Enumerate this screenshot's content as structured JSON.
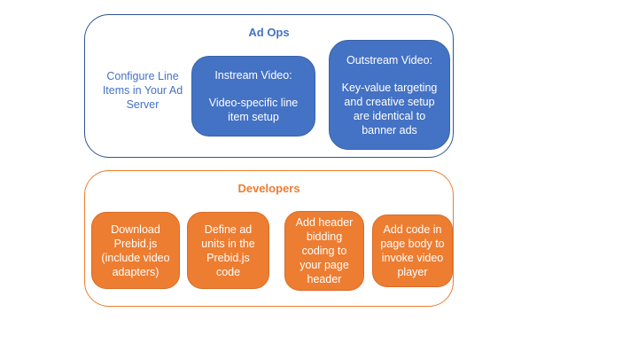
{
  "diagram": {
    "ad_ops": {
      "title": "Ad Ops",
      "side_note": "Configure Line Items in Your Ad Server",
      "instream": {
        "heading": "Instream Video:",
        "body": "Video-specific line item setup"
      },
      "outstream": {
        "heading": "Outstream Video:",
        "body": "Key-value targeting and creative setup are identical to banner ads"
      }
    },
    "developers": {
      "title": "Developers",
      "steps": [
        "Download Prebid.js (include video adapters)",
        "Define ad units in the Prebid.js code",
        "Add header bidding coding to your page header",
        "Add code in page body to invoke video player"
      ]
    },
    "colors": {
      "blue_fill": "#4472C4",
      "blue_border": "#2F5496",
      "blue_text": "#4472C4",
      "orange_fill": "#ED7D31",
      "orange_border": "#ED7D31",
      "box_text": "#FFFFFF"
    }
  }
}
